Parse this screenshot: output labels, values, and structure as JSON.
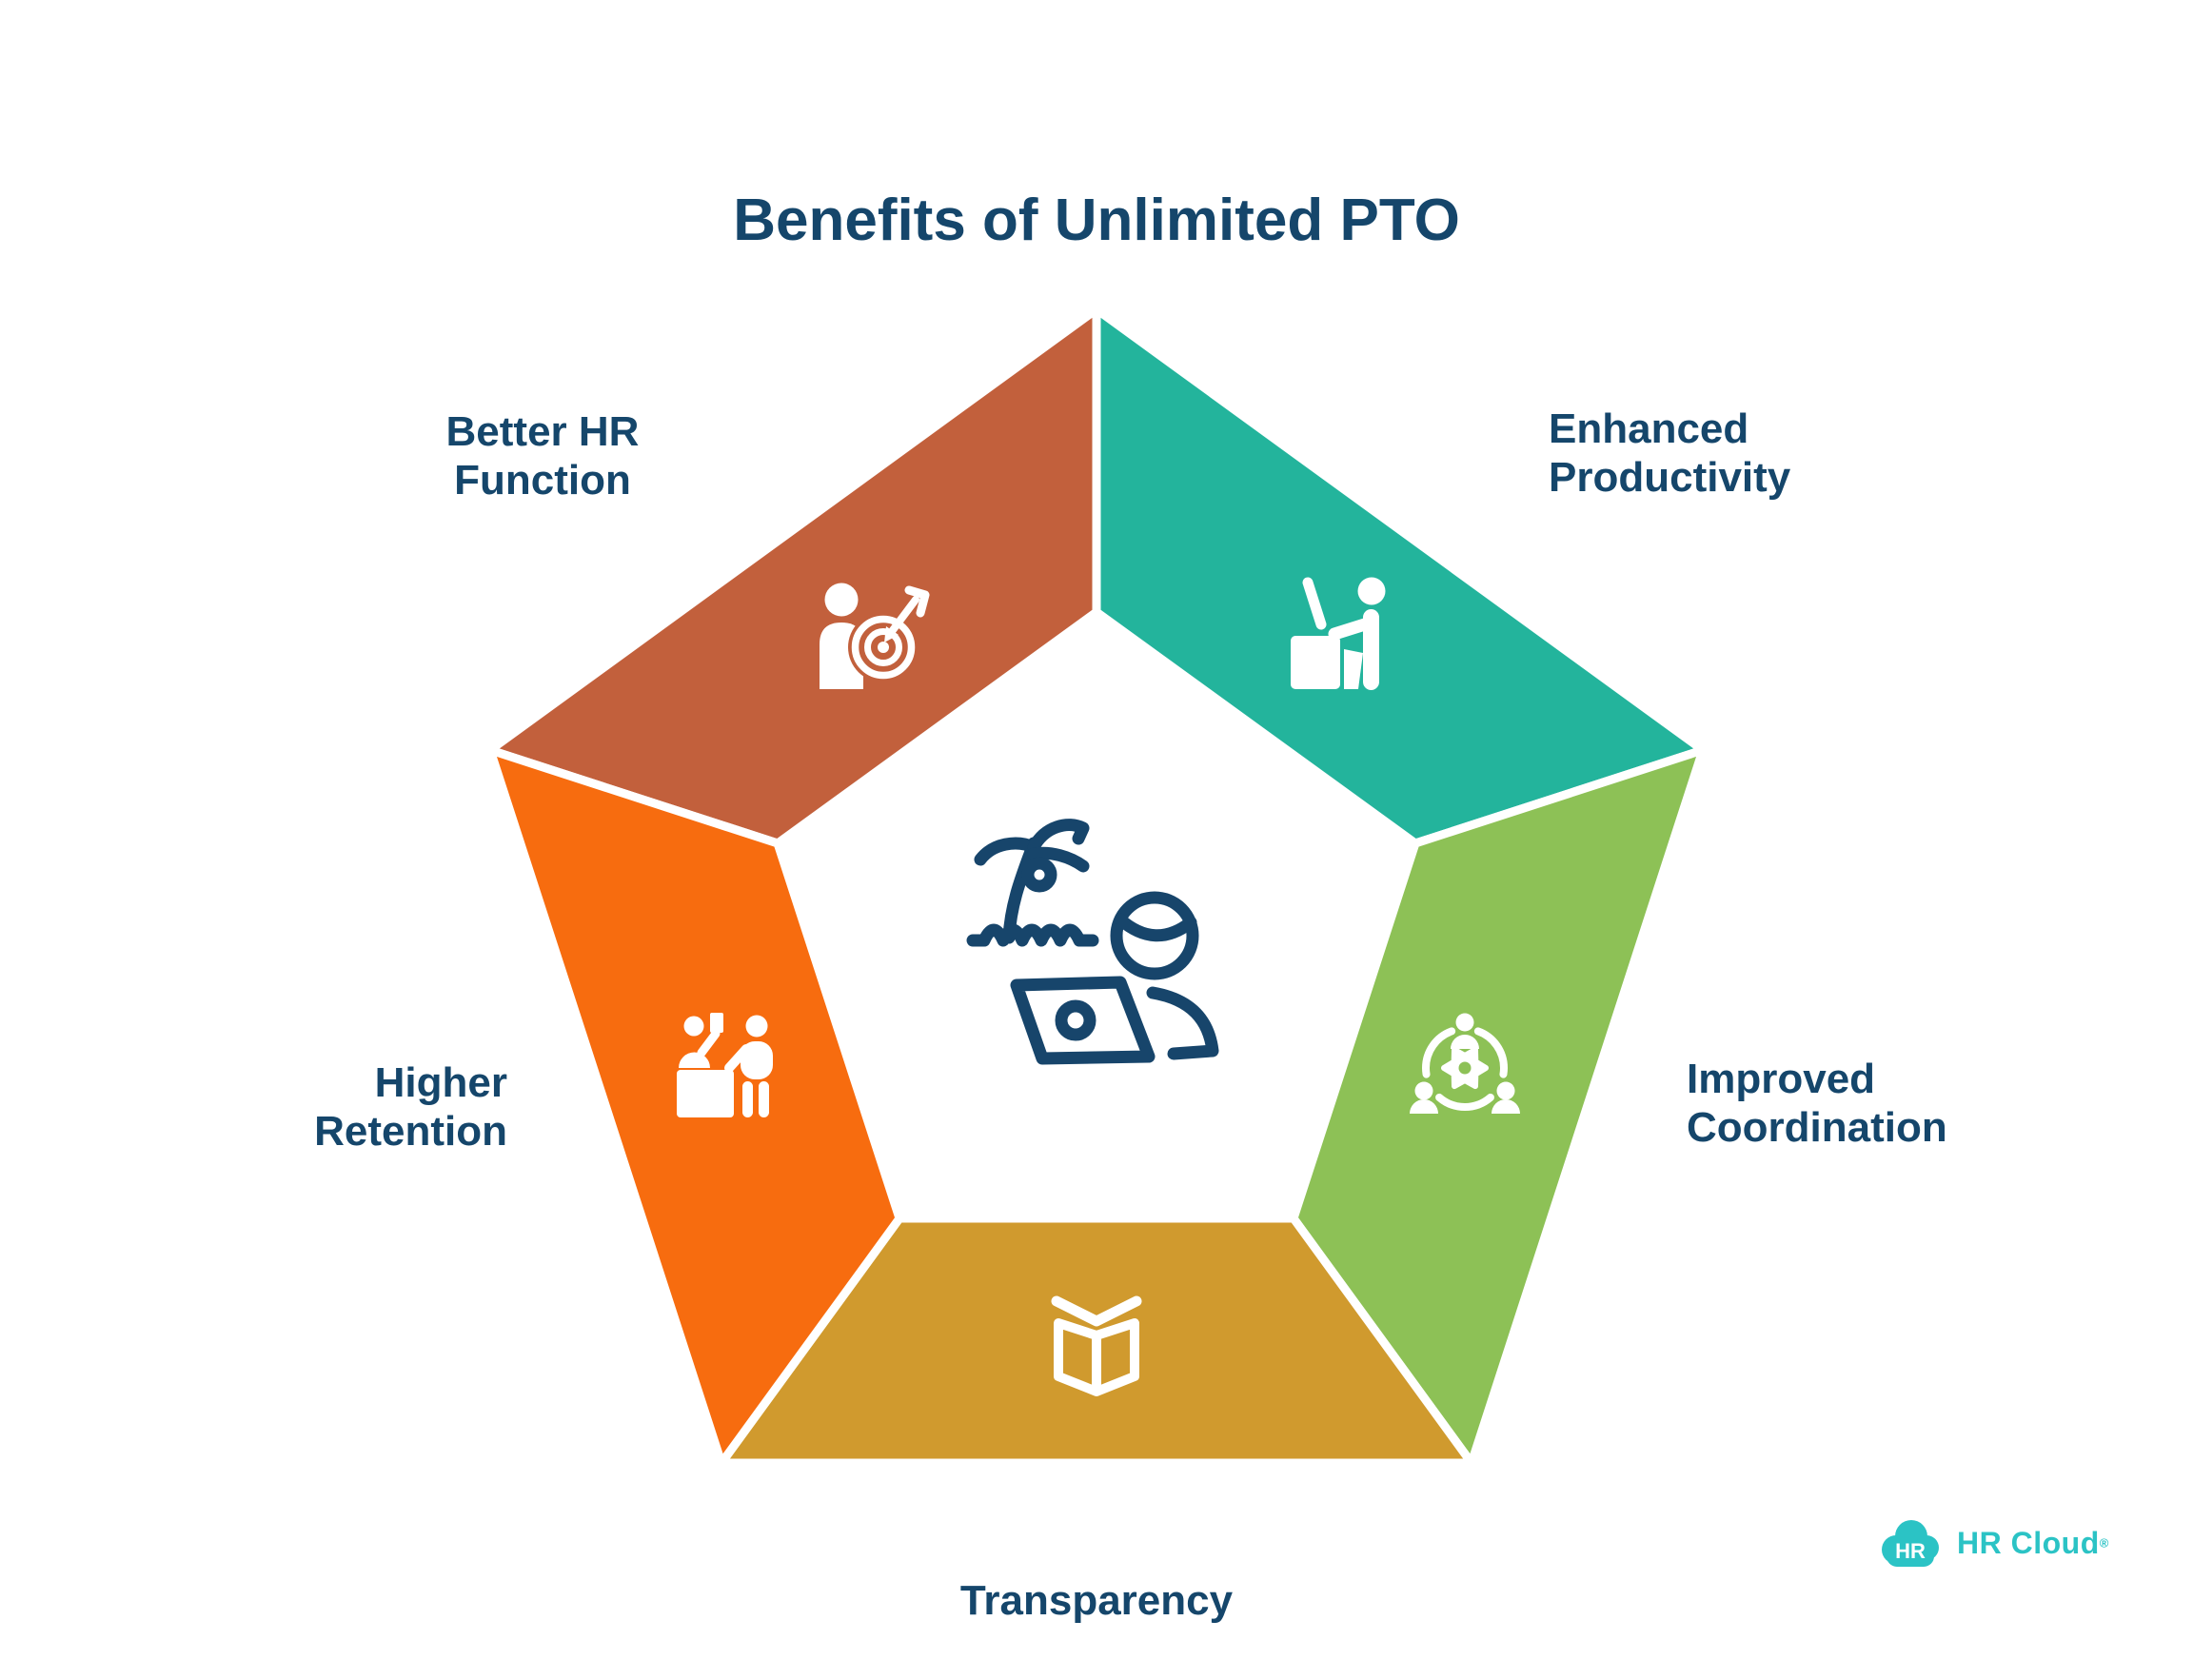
{
  "title": "Benefits of Unlimited PTO",
  "text_color": "#15466B",
  "segments": [
    {
      "name": "Better HR Function",
      "line1": "Better HR",
      "line2": "Function",
      "color": "#C2603C",
      "icon": "person-target-icon"
    },
    {
      "name": "Enhanced Productivity",
      "line1": "Enhanced",
      "line2": "Productivity",
      "color": "#23B49C",
      "icon": "person-at-desk-icon"
    },
    {
      "name": "Improved Coordination",
      "line1": "Improved",
      "line2": "Coordination",
      "color": "#8DC156",
      "icon": "team-around-gear-icon"
    },
    {
      "name": "Transparency",
      "line1": "Transparency",
      "line2": "",
      "color": "#D09A2E",
      "icon": "open-book-icon"
    },
    {
      "name": "Higher Retention",
      "line1": "Higher",
      "line2": "Retention",
      "color": "#F76C0F",
      "icon": "employees-counter-icon"
    }
  ],
  "center": {
    "icon": "vacation-laptop-palm-illustration",
    "color": "#17456B"
  },
  "logo": {
    "badge": "HR",
    "name": "HR Cloud",
    "registered": "®",
    "color": "#2BC3C5"
  }
}
